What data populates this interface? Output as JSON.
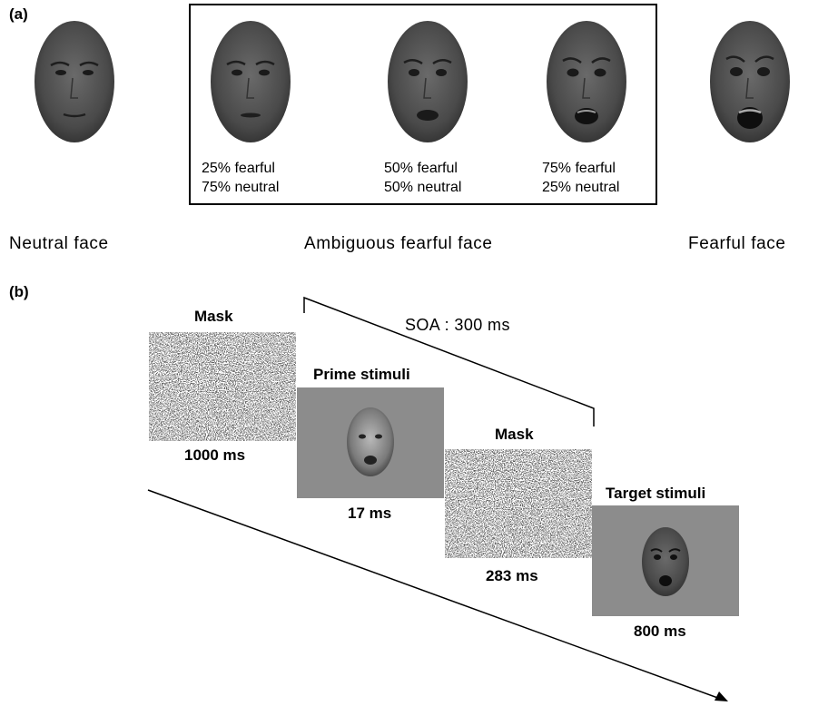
{
  "panel_a": {
    "label": "(a)",
    "ambiguous": [
      {
        "fearful": "25% fearful",
        "neutral": "75% neutral"
      },
      {
        "fearful": "50% fearful",
        "neutral": "50% neutral"
      },
      {
        "fearful": "75% fearful",
        "neutral": "25% neutral"
      }
    ],
    "categories": {
      "neutral": "Neutral face",
      "ambiguous": "Ambiguous fearful face",
      "fearful": "Fearful face"
    }
  },
  "panel_b": {
    "label": "(b)",
    "soa": "SOA : 300 ms",
    "frames": [
      {
        "title": "Mask",
        "duration": "1000 ms"
      },
      {
        "title": "Prime stimuli",
        "duration": "17 ms"
      },
      {
        "title": "Mask",
        "duration": "283 ms"
      },
      {
        "title": "Target stimuli",
        "duration": "800 ms"
      }
    ]
  }
}
